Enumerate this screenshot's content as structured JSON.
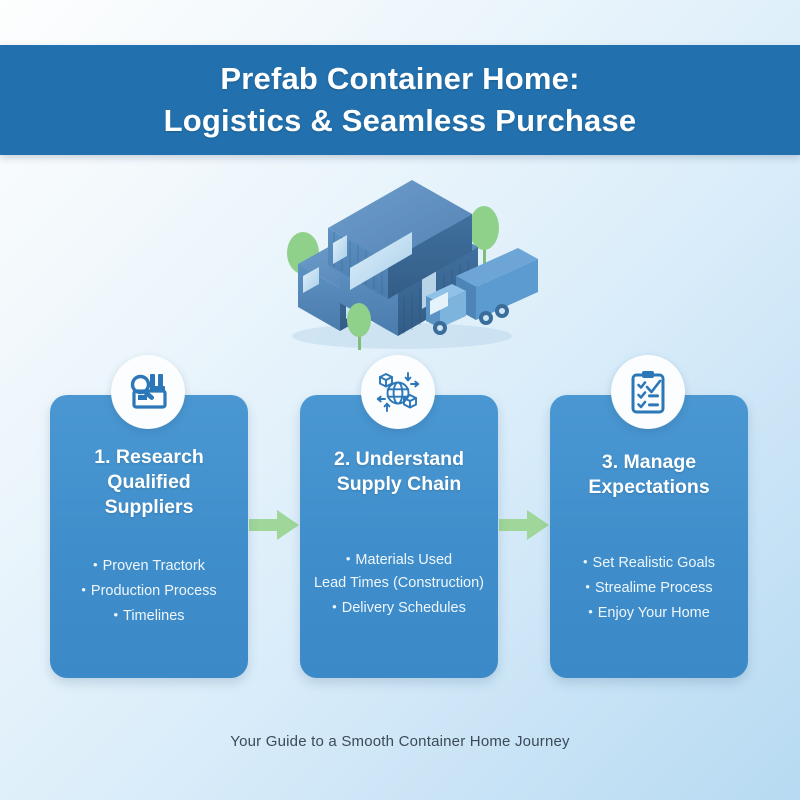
{
  "header": {
    "title_line_1": "Prefab Container Home:",
    "title_line_2": "Logistics & Seamless Purchase",
    "banner_color": "#2271ae",
    "title_color": "#ffffff"
  },
  "illustration": {
    "name": "isometric-container-home-with-truck",
    "container_color": "#4a7fb5",
    "container_dark": "#3a6severe",
    "tree_color": "#8fd18a",
    "truck_color": "#5b9bd0"
  },
  "theme": {
    "card_color": "#4190ce",
    "arrow_color": "#9fd79a",
    "background_from": "#fdfefe",
    "background_to": "#b7daf2",
    "icon_circle_color": "#fbfdfe",
    "icon_glyph_color": "#2b77b8"
  },
  "cards": [
    {
      "icon": "magnifier-chart-icon",
      "title_lines": [
        "1. Research",
        "Qualified",
        "Suppliers"
      ],
      "bullets": [
        {
          "text": "Proven Tractork",
          "marker": "•"
        },
        {
          "text": "Production Process",
          "marker": "•"
        },
        {
          "text": "Timelines",
          "marker": "•"
        }
      ]
    },
    {
      "icon": "globe-boxes-arrows-icon",
      "title_lines": [
        "2. Understand",
        "Supply Chain"
      ],
      "bullets": [
        {
          "text": "Materials Used",
          "marker": "•"
        },
        {
          "text": "Lead Times (Construction)",
          "marker": ""
        },
        {
          "text": "Delivery Schedules",
          "marker": "•"
        }
      ]
    },
    {
      "icon": "clipboard-checklist-icon",
      "title_lines": [
        "3. Manage",
        "Expectations"
      ],
      "bullets": [
        {
          "text": "Set Realistic Goals",
          "marker": "•"
        },
        {
          "text": "Strealime Process",
          "marker": "•"
        },
        {
          "text": "Enjoy Your Home",
          "marker": "•"
        }
      ]
    }
  ],
  "arrows": [
    {
      "name": "flow-arrow-1-to-2",
      "direction": "right"
    },
    {
      "name": "flow-arrow-2-to-3",
      "direction": "right"
    }
  ],
  "footer": {
    "text": "Your Guide to a Smooth Container Home Journey"
  }
}
